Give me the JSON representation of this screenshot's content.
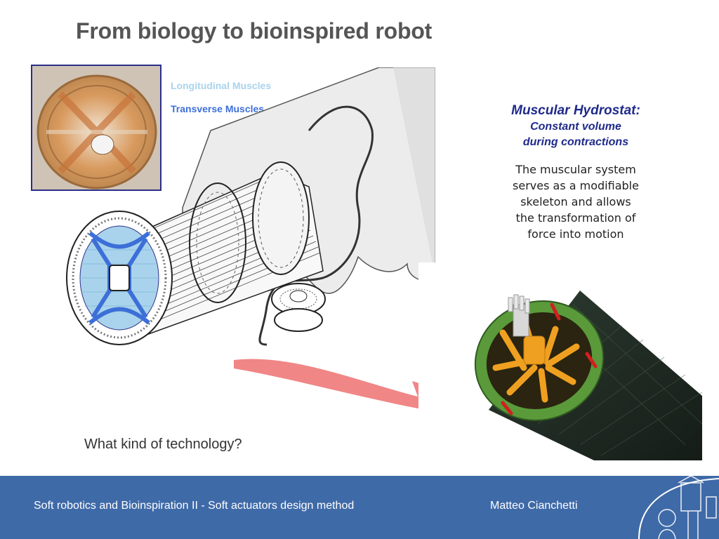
{
  "slide": {
    "title": "From biology to bioinspired robot",
    "legend": {
      "longitudinal": "Longitudinal Muscles",
      "transverse": "Transverse Muscles"
    },
    "hydrostat": {
      "heading": "Muscular Hydrostat:",
      "line1": "Constant volume",
      "line2": "during contractions"
    },
    "description": {
      "line1": "The muscular system",
      "line2": "serves as a modifiable",
      "line3": "skeleton and allows",
      "line4": "the transformation of",
      "line5": "force into motion"
    },
    "question": "What kind of technology?"
  },
  "footer": {
    "course": "Soft robotics and Bioinspiration II - Soft actuators design method",
    "author": "Matteo Cianchetti"
  },
  "colors": {
    "footer_bg": "#3f6aa8",
    "title": "#555555",
    "longitudinal": "#a9d3ec",
    "transverse": "#3d6fd8",
    "hydrostat": "#1f2a8a",
    "arrow": "#ef7c7c",
    "robot_shell": "#1e2a22",
    "robot_ring": "#5a9a3a",
    "robot_fibers": "#f0a020"
  }
}
